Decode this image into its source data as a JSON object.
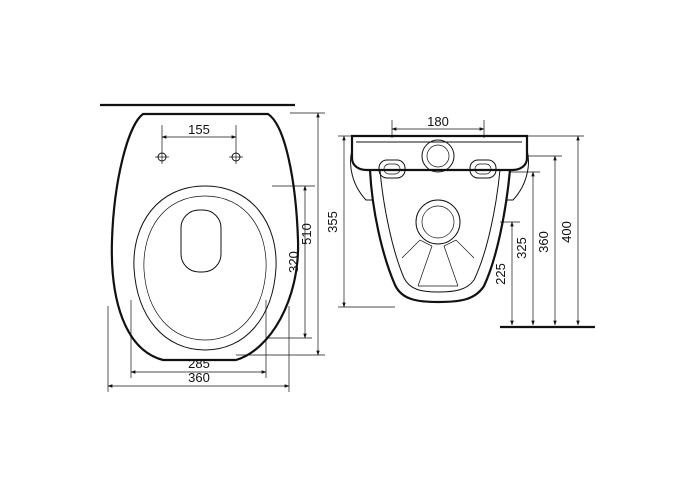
{
  "dimensions": {
    "top_view": {
      "hole_spacing": "155",
      "inner_width": "285",
      "outer_width": "360",
      "seat_length": "320",
      "total_length": "510"
    },
    "side_view": {
      "outlet_spacing": "180",
      "bowl_height": "355",
      "h_225": "225",
      "h_325": "325",
      "h_360": "360",
      "total_height": "400"
    }
  },
  "colors": {
    "ink": "#111111",
    "paper": "#ffffff"
  }
}
